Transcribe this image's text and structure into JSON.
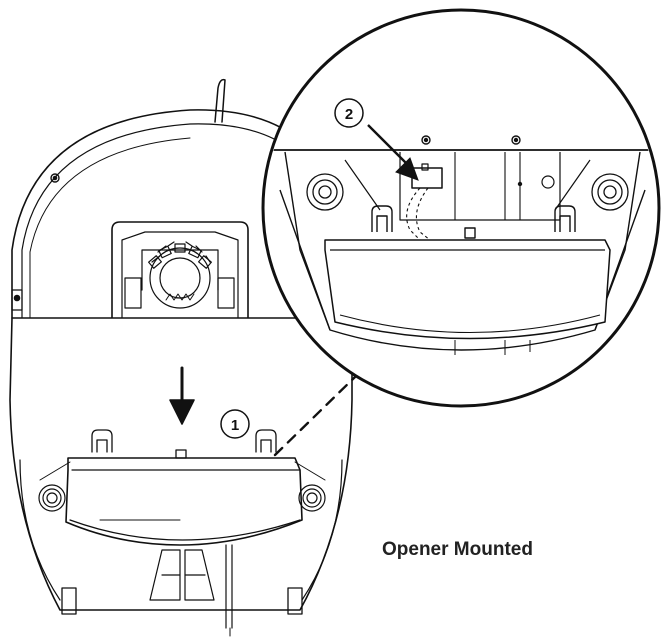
{
  "caption": "Opener Mounted",
  "callouts": {
    "step1": "1",
    "step2": "2"
  },
  "colors": {
    "line": "#111111",
    "fill": "#ffffff"
  }
}
